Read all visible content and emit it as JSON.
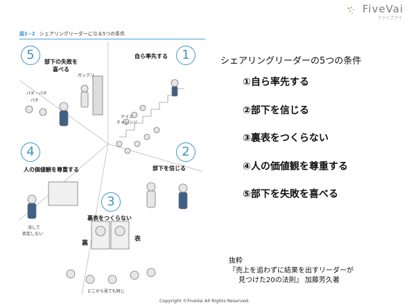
{
  "logo": {
    "brand": "FiveVai",
    "sub": "ファイブアイ",
    "accent": "#d9a34a",
    "icon": "dots-logo-icon"
  },
  "figure": {
    "number": "図1−2",
    "title": "シェアリングリーダーになる5つの条件",
    "accent_color": "#3f93c9",
    "segments": [
      {
        "num": "1",
        "label": "自ら率先する"
      },
      {
        "num": "2",
        "label": "部下を信じる"
      },
      {
        "num": "3",
        "label": "裏表をつくらない"
      },
      {
        "num": "4",
        "label": "人の価値観を尊重する"
      },
      {
        "num": "5",
        "label_line1": "部下の失敗を",
        "label_line2": "喜べる"
      }
    ],
    "notes": {
      "gakkari": "ガックリ",
      "pachi": "パチ・パチ",
      "pachi2": "パチ",
      "challenge": "ナイス\nチャレンジ",
      "kesshite": "決して",
      "hitei": "否定しない",
      "ura": "裏",
      "omote": "表",
      "dokokara": "どこから見ても同じ"
    }
  },
  "heading": "シェアリングリーダーの5つの条件",
  "conditions": [
    "①自ら率先する",
    "②部下を信じる",
    "③裏表をつくらない",
    "④人の価値観を尊重する",
    "⑤部下を失敗を喜べる"
  ],
  "source": {
    "label": "抜粋",
    "line1": "『売上を追わずに結果を出すリーダーが",
    "line2": "見つけた20の法則』 加藤芳久著"
  },
  "copyright": "Copyright ©FiveVai All Rights Reserved."
}
